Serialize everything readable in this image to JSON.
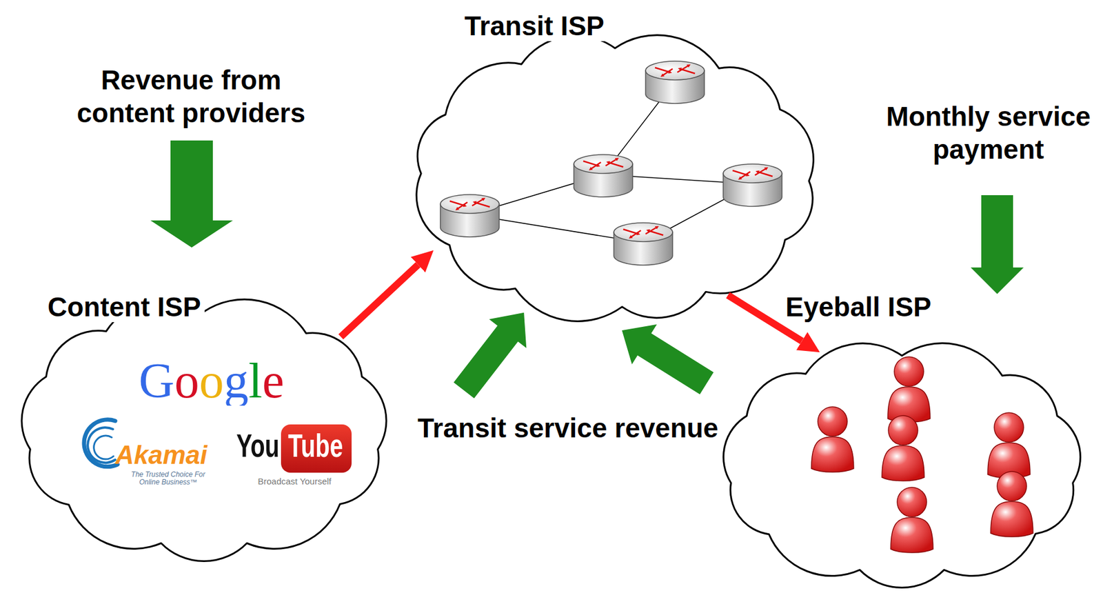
{
  "diagram": {
    "nodes": [
      {
        "text": [
          "Transit ISP"
        ]
      },
      {
        "text": [
          "Content ISP"
        ]
      },
      {
        "text": [
          "Eyeball ISP"
        ]
      }
    ],
    "edges": [
      {
        "from": 1,
        "to": 0,
        "arrow": "to"
      },
      {
        "from": 0,
        "to": 2,
        "arrow": "to"
      }
    ],
    "labels": [
      "Revenue from content providers",
      "Monthly service payment",
      "Transit service revenue",
      "Google",
      "Akamai",
      "The Trusted Choice For Online Business™",
      "You",
      "Tube",
      "Broadcast Yourself"
    ]
  }
}
